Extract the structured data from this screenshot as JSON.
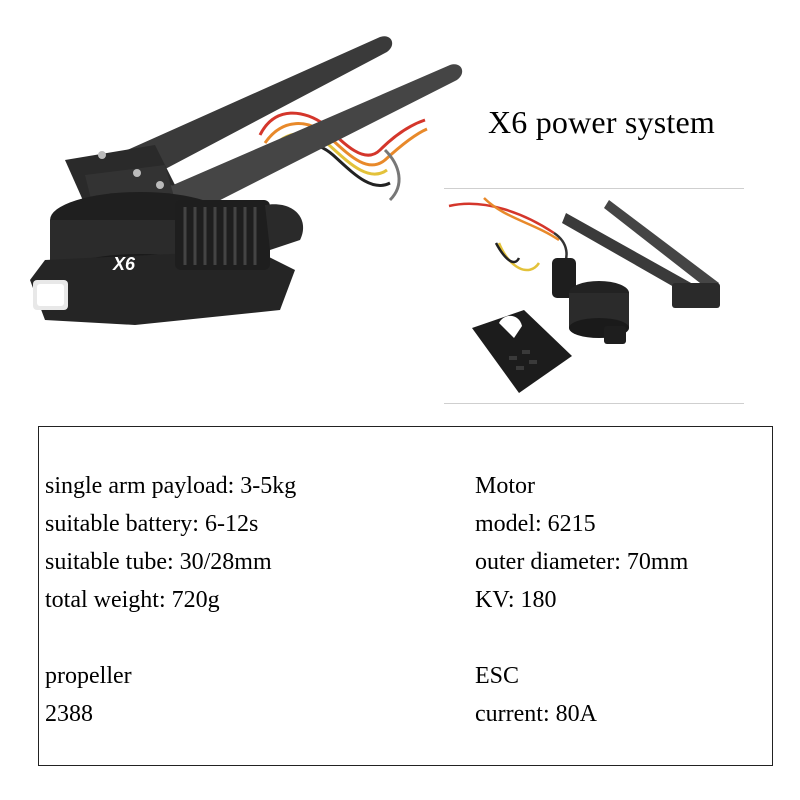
{
  "title": "X6 power system",
  "motor_label": "X6",
  "specs": {
    "left": {
      "general": [
        "single arm payload: 3-5kg",
        "suitable battery: 6-12s",
        "suitable tube: 30/28mm",
        "total weight: 720g"
      ],
      "propeller_heading": "propeller",
      "propeller_value": "2388"
    },
    "right": {
      "motor_heading": "Motor",
      "motor": [
        "model: 6215",
        "outer diameter: 70mm",
        "KV: 180"
      ],
      "esc_heading": "ESC",
      "esc_value": "current: 80A"
    }
  },
  "colors": {
    "motor_body": "#2b2b2b",
    "blade": "#3a3a3a",
    "wire_red": "#d4362b",
    "wire_orange": "#e8892a",
    "wire_yellow": "#e3c23a",
    "border": "#222222"
  }
}
